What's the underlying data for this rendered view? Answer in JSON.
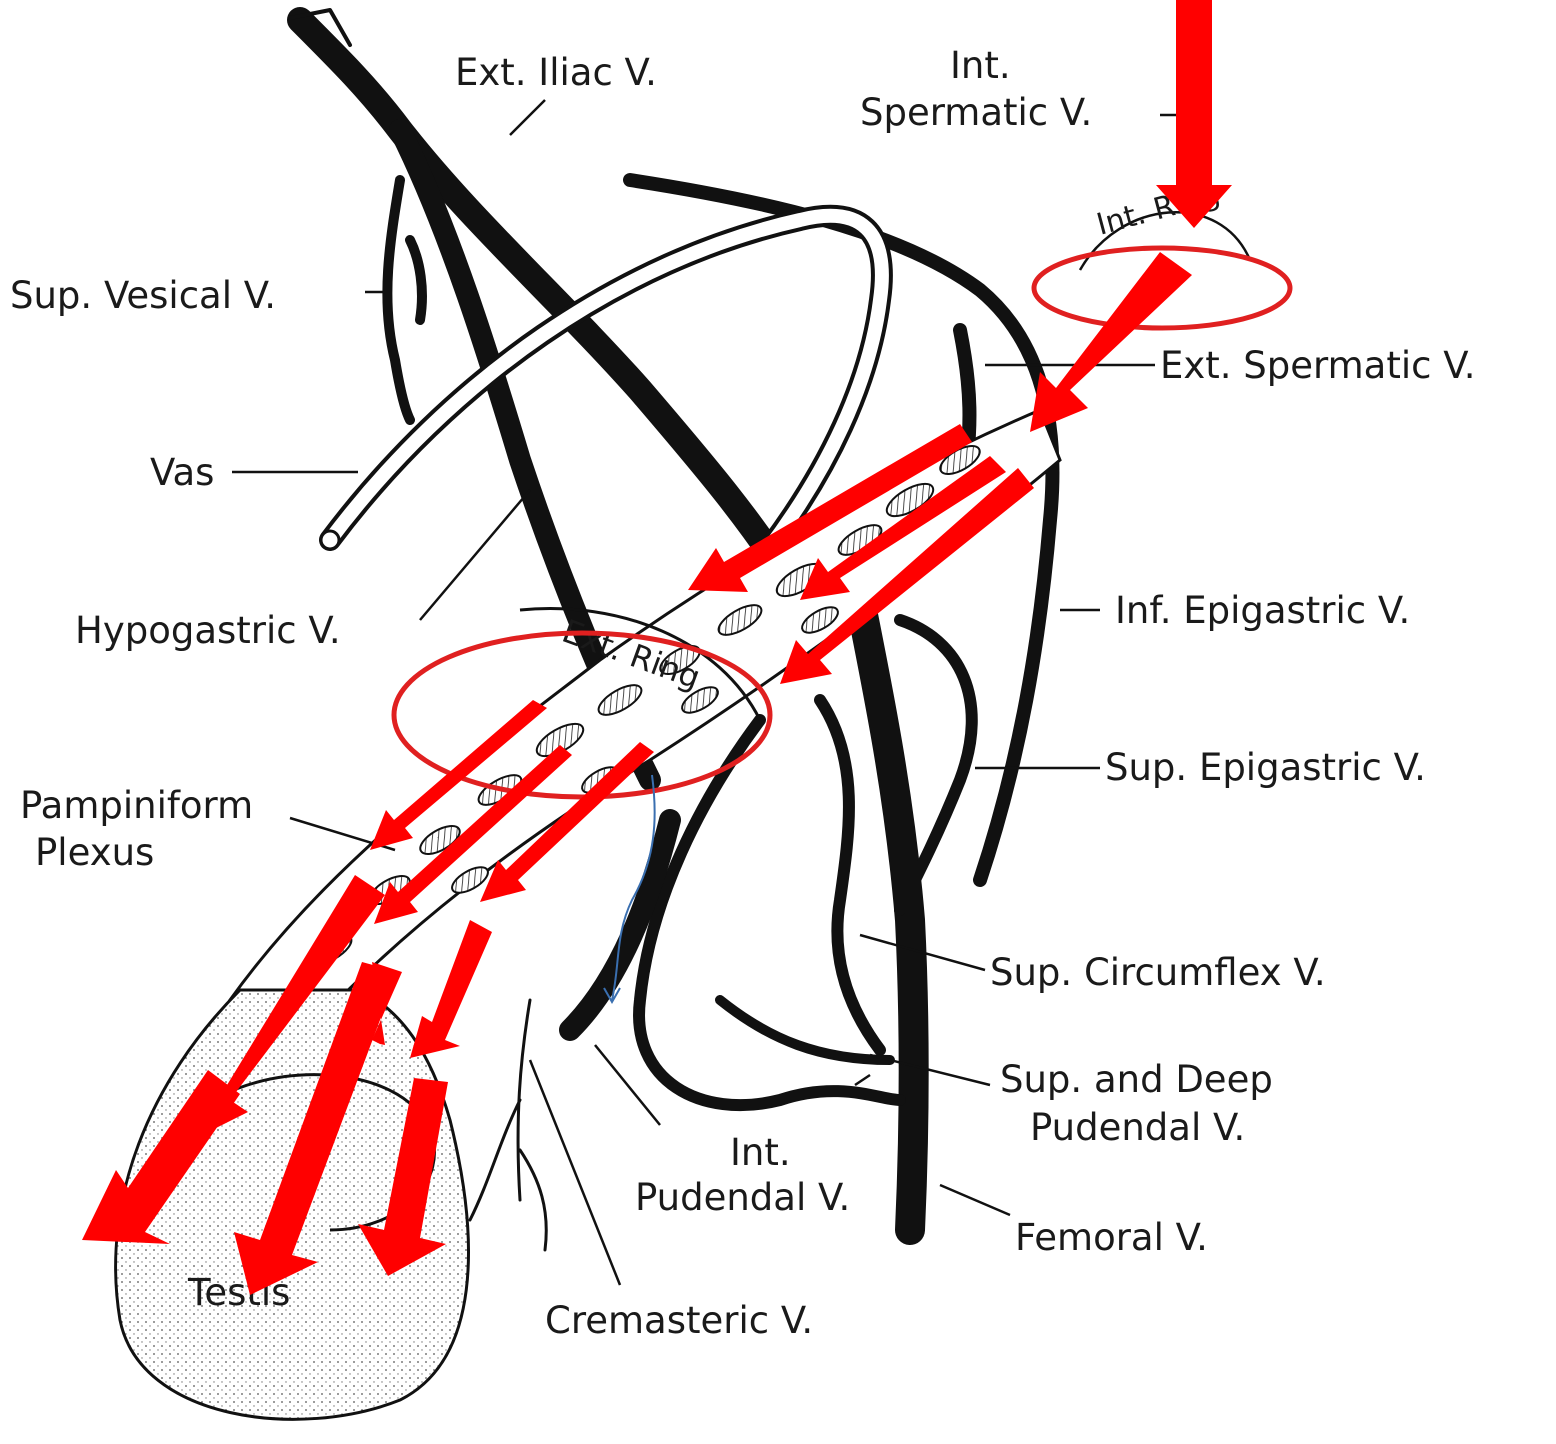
{
  "labels": {
    "ext_iliac": "Ext. Iliac V.",
    "int_spermatic_line1": "Int.",
    "int_spermatic_line2": "Spermatic V.",
    "int_ring": "Int. Ring",
    "sup_vesical": "Sup. Vesical V.",
    "ext_spermatic": "Ext. Spermatic V.",
    "vas": "Vas",
    "hypogastric": "Hypogastric V.",
    "inf_epigastric": "Inf. Epigastric V.",
    "ext_ring": "Ext. Ring",
    "sup_epigastric": "Sup. Epigastric V.",
    "pampiniform_line1": "Pampiniform",
    "pampiniform_line2": "Plexus",
    "sup_circumflex": "Sup. Circumflex V.",
    "sup_deep_pudendal_line1": "Sup. and Deep",
    "sup_deep_pudendal_line2": "Pudendal V.",
    "int_pudendal_line1": "Int.",
    "int_pudendal_line2": "Pudendal V.",
    "femoral": "Femoral V.",
    "testis": "Testis",
    "cremasteric": "Cremasteric V."
  },
  "annotation_colors": {
    "flow_arrow": "#ff0000",
    "highlight_ring": "#e02020",
    "thin_arrow": "#3a6fb0"
  },
  "highlighted_regions": [
    "int_ring",
    "ext_ring"
  ]
}
